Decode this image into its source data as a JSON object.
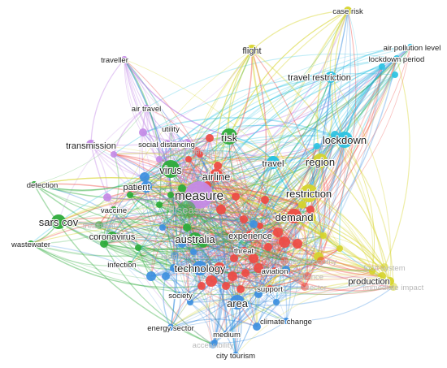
{
  "colors": {
    "red": "#ee4a43",
    "green": "#2dab3a",
    "blue": "#3d8fe0",
    "yellow": "#d6d42c",
    "purple": "#c48ae6",
    "cyan": "#2bc2e2",
    "label": "#1f1f1f",
    "faded_label": "#b9b9b9"
  },
  "nodes": [
    {
      "id": "case-risk",
      "label": "case risk",
      "cluster": "yellow",
      "size": "small"
    },
    {
      "id": "flight",
      "label": "flight",
      "cluster": "yellow",
      "size": "medium"
    },
    {
      "id": "air-pollution-level",
      "label": "air pollution level",
      "cluster": "cyan",
      "size": "small"
    },
    {
      "id": "lockdown-period",
      "label": "lockdown period",
      "cluster": "cyan",
      "size": "small"
    },
    {
      "id": "traveller",
      "label": "traveller",
      "cluster": "purple",
      "size": "small"
    },
    {
      "id": "travel-restriction",
      "label": "travel restriction",
      "cluster": "cyan",
      "size": "medium"
    },
    {
      "id": "air-travel",
      "label": "air travel",
      "cluster": "purple",
      "size": "small"
    },
    {
      "id": "utility",
      "label": "utility",
      "cluster": "purple",
      "size": "small"
    },
    {
      "id": "risk",
      "label": "risk",
      "cluster": "green",
      "size": "large"
    },
    {
      "id": "transmission",
      "label": "transmission",
      "cluster": "purple",
      "size": "medium"
    },
    {
      "id": "social-distancing",
      "label": "social distancing",
      "cluster": "purple",
      "size": "small"
    },
    {
      "id": "implementation",
      "label": "implementation",
      "cluster": "red",
      "size": "faded"
    },
    {
      "id": "lockdown",
      "label": "lockdown",
      "cluster": "cyan",
      "size": "large"
    },
    {
      "id": "travel",
      "label": "travel",
      "cluster": "cyan",
      "size": "medium"
    },
    {
      "id": "region",
      "label": "region",
      "cluster": "yellow",
      "size": "large"
    },
    {
      "id": "virus",
      "label": "virus",
      "cluster": "green",
      "size": "large"
    },
    {
      "id": "airline",
      "label": "airline",
      "cluster": "red",
      "size": "large"
    },
    {
      "id": "detection",
      "label": "detection",
      "cluster": "green",
      "size": "small"
    },
    {
      "id": "patient",
      "label": "patient",
      "cluster": "blue",
      "size": "medium"
    },
    {
      "id": "measure",
      "label": "measure",
      "cluster": "purple",
      "size": "xlarge"
    },
    {
      "id": "restriction",
      "label": "restriction",
      "cluster": "yellow",
      "size": "large"
    },
    {
      "id": "disease",
      "label": "disease",
      "cluster": "green",
      "size": "faded-large"
    },
    {
      "id": "vaccine",
      "label": "vaccine",
      "cluster": "green",
      "size": "small"
    },
    {
      "id": "sars-cov",
      "label": "sars cov",
      "cluster": "green",
      "size": "large"
    },
    {
      "id": "treatment",
      "label": "treatment",
      "cluster": "green",
      "size": "faded"
    },
    {
      "id": "demand",
      "label": "demand",
      "cluster": "red",
      "size": "large"
    },
    {
      "id": "coronavirus",
      "label": "coronavirus",
      "cluster": "green",
      "size": "medium"
    },
    {
      "id": "australia",
      "label": "australia",
      "cluster": "green",
      "size": "large"
    },
    {
      "id": "experience",
      "label": "experience",
      "cluster": "red",
      "size": "medium"
    },
    {
      "id": "wastewater",
      "label": "wastewater",
      "cluster": "green",
      "size": "small"
    },
    {
      "id": "threat",
      "label": "threat",
      "cluster": "red",
      "size": "small"
    },
    {
      "id": "resident",
      "label": "resident",
      "cluster": "blue",
      "size": "faded"
    },
    {
      "id": "investment",
      "label": "investment",
      "cluster": "red",
      "size": "faded"
    },
    {
      "id": "economy",
      "label": "economy",
      "cluster": "red",
      "size": "faded"
    },
    {
      "id": "infection",
      "label": "infection",
      "cluster": "green",
      "size": "small"
    },
    {
      "id": "technology",
      "label": "technology",
      "cluster": "blue",
      "size": "large"
    },
    {
      "id": "aviation",
      "label": "aviation",
      "cluster": "red",
      "size": "small"
    },
    {
      "id": "resilience",
      "label": "resilience",
      "cluster": "red",
      "size": "faded"
    },
    {
      "id": "food-system",
      "label": "food system",
      "cluster": "yellow",
      "size": "faded"
    },
    {
      "id": "production",
      "label": "production",
      "cluster": "yellow",
      "size": "medium"
    },
    {
      "id": "immediate-impact",
      "label": "immediate impact",
      "cluster": "yellow",
      "size": "faded"
    },
    {
      "id": "support",
      "label": "support",
      "cluster": "red",
      "size": "small"
    },
    {
      "id": "sector",
      "label": "sector",
      "cluster": "red",
      "size": "faded"
    },
    {
      "id": "society",
      "label": "society",
      "cluster": "blue",
      "size": "small"
    },
    {
      "id": "area",
      "label": "area",
      "cluster": "blue",
      "size": "large"
    },
    {
      "id": "climate-change",
      "label": "climate change",
      "cluster": "blue",
      "size": "small"
    },
    {
      "id": "energy-sector",
      "label": "energy sector",
      "cluster": "blue",
      "size": "small"
    },
    {
      "id": "medium",
      "label": "medium",
      "cluster": "blue",
      "size": "small"
    },
    {
      "id": "accessibility",
      "label": "accessibility",
      "cluster": "blue",
      "size": "faded"
    },
    {
      "id": "city-tourism",
      "label": "city tourism",
      "cluster": "blue",
      "size": "small"
    }
  ]
}
